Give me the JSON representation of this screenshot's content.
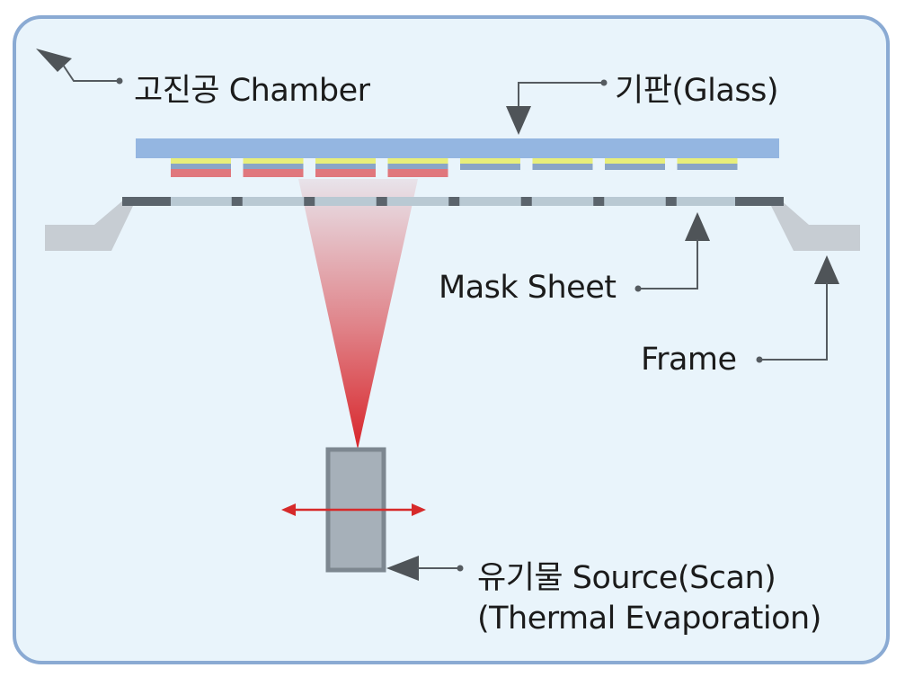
{
  "labels": {
    "chamber": "고진공 Chamber",
    "glass": "기판(Glass)",
    "mask_sheet": "Mask Sheet",
    "frame": "Frame",
    "source_line1": "유기물 Source(Scan)",
    "source_line2": "(Thermal Evaporation)"
  },
  "colors": {
    "chamber_fill": "#e9f4fb",
    "chamber_border": "#8aaad3",
    "glass": "#94b6e1",
    "frame": "#c7cdd3",
    "mask_light": "#b9c9d3",
    "mask_dark": "#5b646c",
    "pixel_yellow": "#e8ee7a",
    "pixel_red": "#e0777d",
    "pixel_blue": "#8aa5c6",
    "source_fill": "#a6b0b9",
    "source_border": "#7d8790",
    "plume": "#d8252a",
    "arrow": "#4f5458",
    "leader": "#555b60",
    "scan_arrow": "#d62a2a"
  },
  "deposited_pixel_count": 4,
  "pixel_count": 8
}
